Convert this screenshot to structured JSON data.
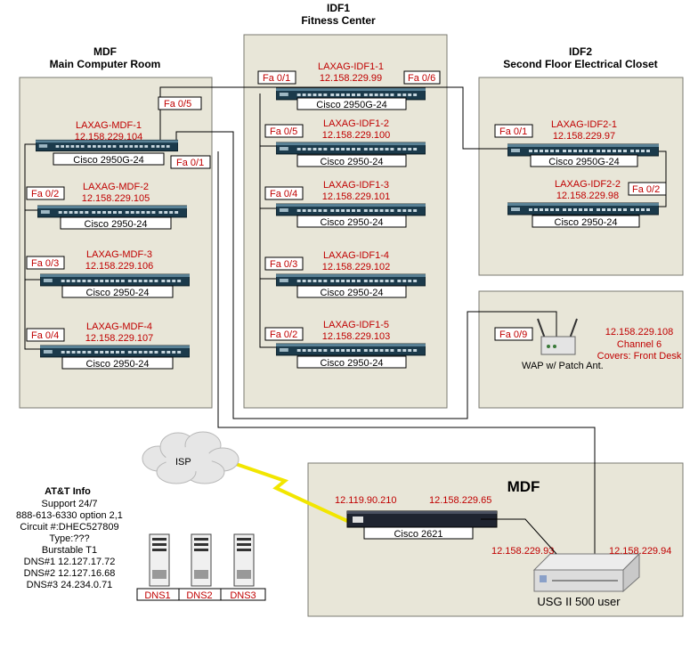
{
  "rooms": {
    "mdf_top": {
      "title": "MDF",
      "subtitle": "Main Computer Room"
    },
    "idf1": {
      "title": "IDF1",
      "subtitle": "Fitness Center"
    },
    "idf2": {
      "title": "IDF2",
      "subtitle": "Second Floor Electrical Closet"
    },
    "mdf_bottom": {
      "title": "MDF"
    }
  },
  "switches": {
    "mdf1": {
      "name": "LAXAG-MDF-1",
      "ip": "12.158.229.104",
      "model": "Cisco 2950G-24"
    },
    "mdf2": {
      "name": "LAXAG-MDF-2",
      "ip": "12.158.229.105",
      "model": "Cisco 2950-24"
    },
    "mdf3": {
      "name": "LAXAG-MDF-3",
      "ip": "12.158.229.106",
      "model": "Cisco 2950-24"
    },
    "mdf4": {
      "name": "LAXAG-MDF-4",
      "ip": "12.158.229.107",
      "model": "Cisco 2950-24"
    },
    "idf1_1": {
      "name": "LAXAG-IDF1-1",
      "ip": "12.158.229.99",
      "model": "Cisco 2950G-24"
    },
    "idf1_2": {
      "name": "LAXAG-IDF1-2",
      "ip": "12.158.229.100",
      "model": "Cisco 2950-24"
    },
    "idf1_3": {
      "name": "LAXAG-IDF1-3",
      "ip": "12.158.229.101",
      "model": "Cisco 2950-24"
    },
    "idf1_4": {
      "name": "LAXAG-IDF1-4",
      "ip": "12.158.229.102",
      "model": "Cisco 2950-24"
    },
    "idf1_5": {
      "name": "LAXAG-IDF1-5",
      "ip": "12.158.229.103",
      "model": "Cisco 2950-24"
    },
    "idf2_1": {
      "name": "LAXAG-IDF2-1",
      "ip": "12.158.229.97",
      "model": "Cisco 2950G-24"
    },
    "idf2_2": {
      "name": "LAXAG-IDF2-2",
      "ip": "12.158.229.98",
      "model": "Cisco 2950-24"
    }
  },
  "ports": {
    "mdf_fa05": "Fa 0/5",
    "mdf_fa01": "Fa 0/1",
    "mdf_fa02": "Fa 0/2",
    "mdf_fa03": "Fa 0/3",
    "mdf_fa04": "Fa 0/4",
    "idf1_fa01": "Fa 0/1",
    "idf1_fa06": "Fa 0/6",
    "idf1_fa05": "Fa 0/5",
    "idf1_fa04": "Fa 0/4",
    "idf1_fa03": "Fa 0/3",
    "idf1_fa02": "Fa 0/2",
    "idf2_fa01": "Fa 0/1",
    "idf2_fa02": "Fa 0/2",
    "wap_fa09": "Fa 0/9"
  },
  "wap": {
    "label": "WAP w/ Patch Ant.",
    "ip": "12.158.229.108",
    "channel": "Channel 6",
    "covers": "Covers: Front Desk"
  },
  "isp": {
    "label": "ISP"
  },
  "router": {
    "model": "Cisco 2621",
    "ip_left": "12.119.90.210",
    "ip_right": "12.158.229.65"
  },
  "firewall": {
    "label": "USG II 500 user",
    "ip_left": "12.158.229.93",
    "ip_right": "12.158.229.94"
  },
  "att_info": {
    "title": "AT&T Info",
    "lines": [
      "Support 24/7",
      "888-613-6330 option 2,1",
      "Circuit #:DHEC527809",
      "Type:???",
      "Burstable T1",
      "DNS#1 12.127.17.72",
      "DNS#2 12.127.16.68",
      "DNS#3 24.234.0.71"
    ]
  },
  "dns_servers": [
    "DNS1",
    "DNS2",
    "DNS3"
  ]
}
